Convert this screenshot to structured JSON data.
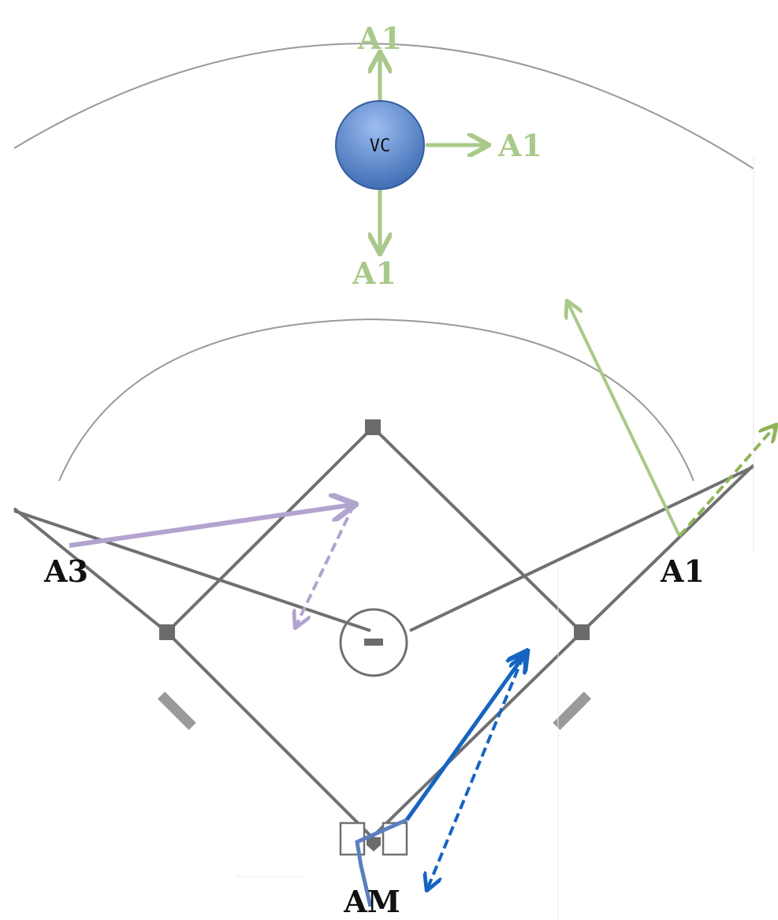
{
  "labels": {
    "vc": "VC",
    "top": "A1",
    "right": "A1",
    "bottom": "A1",
    "third_base_umpire": "A3",
    "first_base_umpire": "A1",
    "plate_umpire": "AM"
  },
  "colors": {
    "green_solid": "#a9c98a",
    "green_dashed": "#8fb55a",
    "purple": "#b3a3cf",
    "blue": "#1565c0",
    "blue_light": "#5b7fbf",
    "line_gray": "#707070",
    "arc_gray": "#9a9a9a",
    "vc_fill_top": "#7aa2dc",
    "vc_fill_bottom": "#3f6fb7"
  }
}
